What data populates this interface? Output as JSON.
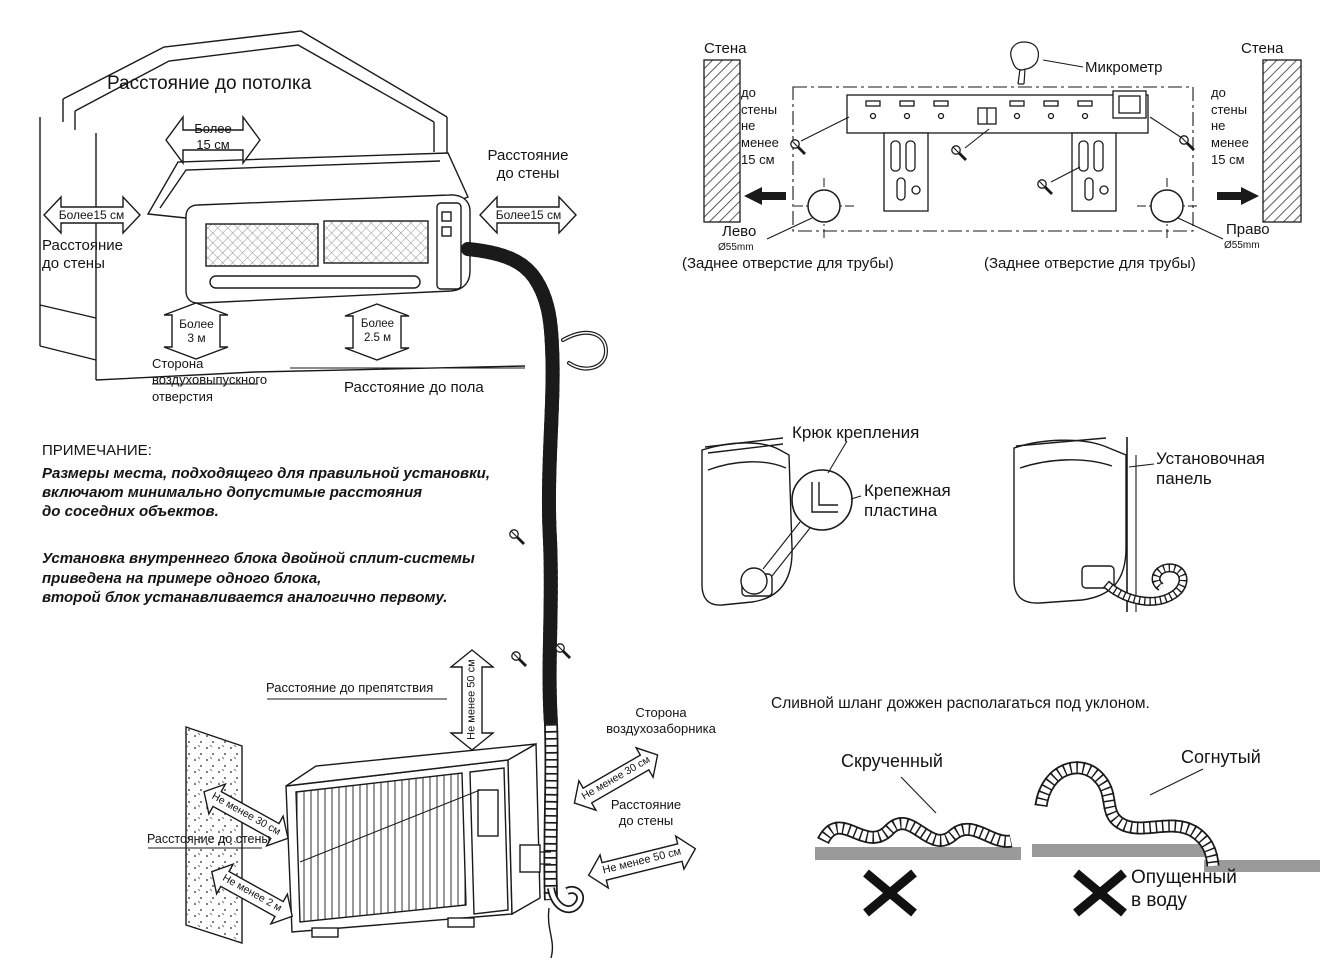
{
  "colors": {
    "line": "#1a1a1a",
    "gray_bar": "#9a9a9a"
  },
  "indoor": {
    "ceiling_title": "Расстояние до потолка",
    "arrow_top": "Более\n15 см",
    "wall_right_label": "Расстояние\nдо стены",
    "arrow_right": "Более15 см",
    "arrow_left": "Более15 см",
    "wall_left_label": "Расстояние\nдо стены",
    "arrow_3m": "Более\n3 м",
    "arrow_25m": "Более\n2.5 м",
    "outlet_side_label": "Сторона\nвоздуховыпускного\nотверстия",
    "floor_label": "Расстояние до пола"
  },
  "note": {
    "title": "ПРИМЕЧАНИЕ:",
    "para1": "Размеры места, подходящего для правильной установки,\nвключают минимально допустимые расстояния\nдо соседних объектов.",
    "para2": "Установка внутреннего блока двойной сплит-системы\nприведена на примере одного блока,\nвторой блок устанавливается аналогично первому."
  },
  "outdoor": {
    "obstacle_label": "Расстояние до препятствия",
    "arrow_50_top": "Не менее 50 см",
    "intake_side_label": "Сторона\nвоздухозаборника",
    "arrow_30_right": "Не менее 30 см",
    "wall_right_label": "Расстояние\nдо стены",
    "arrow_50_right": "Не менее 50 см",
    "arrow_30_left": "Не менее 30 см",
    "wall_left_label": "Расстояние до стены",
    "arrow_2m": "Не менее 2 м"
  },
  "panel": {
    "wall_left": "Стена",
    "wall_right": "Стена",
    "micrometer": "Микрометр",
    "left_clearance": "до\nстены\nне\nменее\n15 см",
    "right_clearance": "до\nстены\nне\nменее\n15 см",
    "left_hole": "Лево",
    "left_hole_dia": "Ø55mm",
    "left_hole_note": "(Заднее отверстие для трубы)",
    "right_hole": "Право",
    "right_hole_dia": "Ø55mm",
    "right_hole_note": "(Заднее отверстие для трубы)"
  },
  "hook": {
    "hook_label": "Крюк крепления",
    "plate_label": "Крепежная\nпластина",
    "panel_label": "Установочная\nпанель"
  },
  "drain": {
    "title": "Сливной шланг дожжен располагаться под уклоном.",
    "twisted_label": "Скрученный",
    "bent_label": "Согнутый",
    "submerged_label": "Опущенный\nв воду"
  }
}
